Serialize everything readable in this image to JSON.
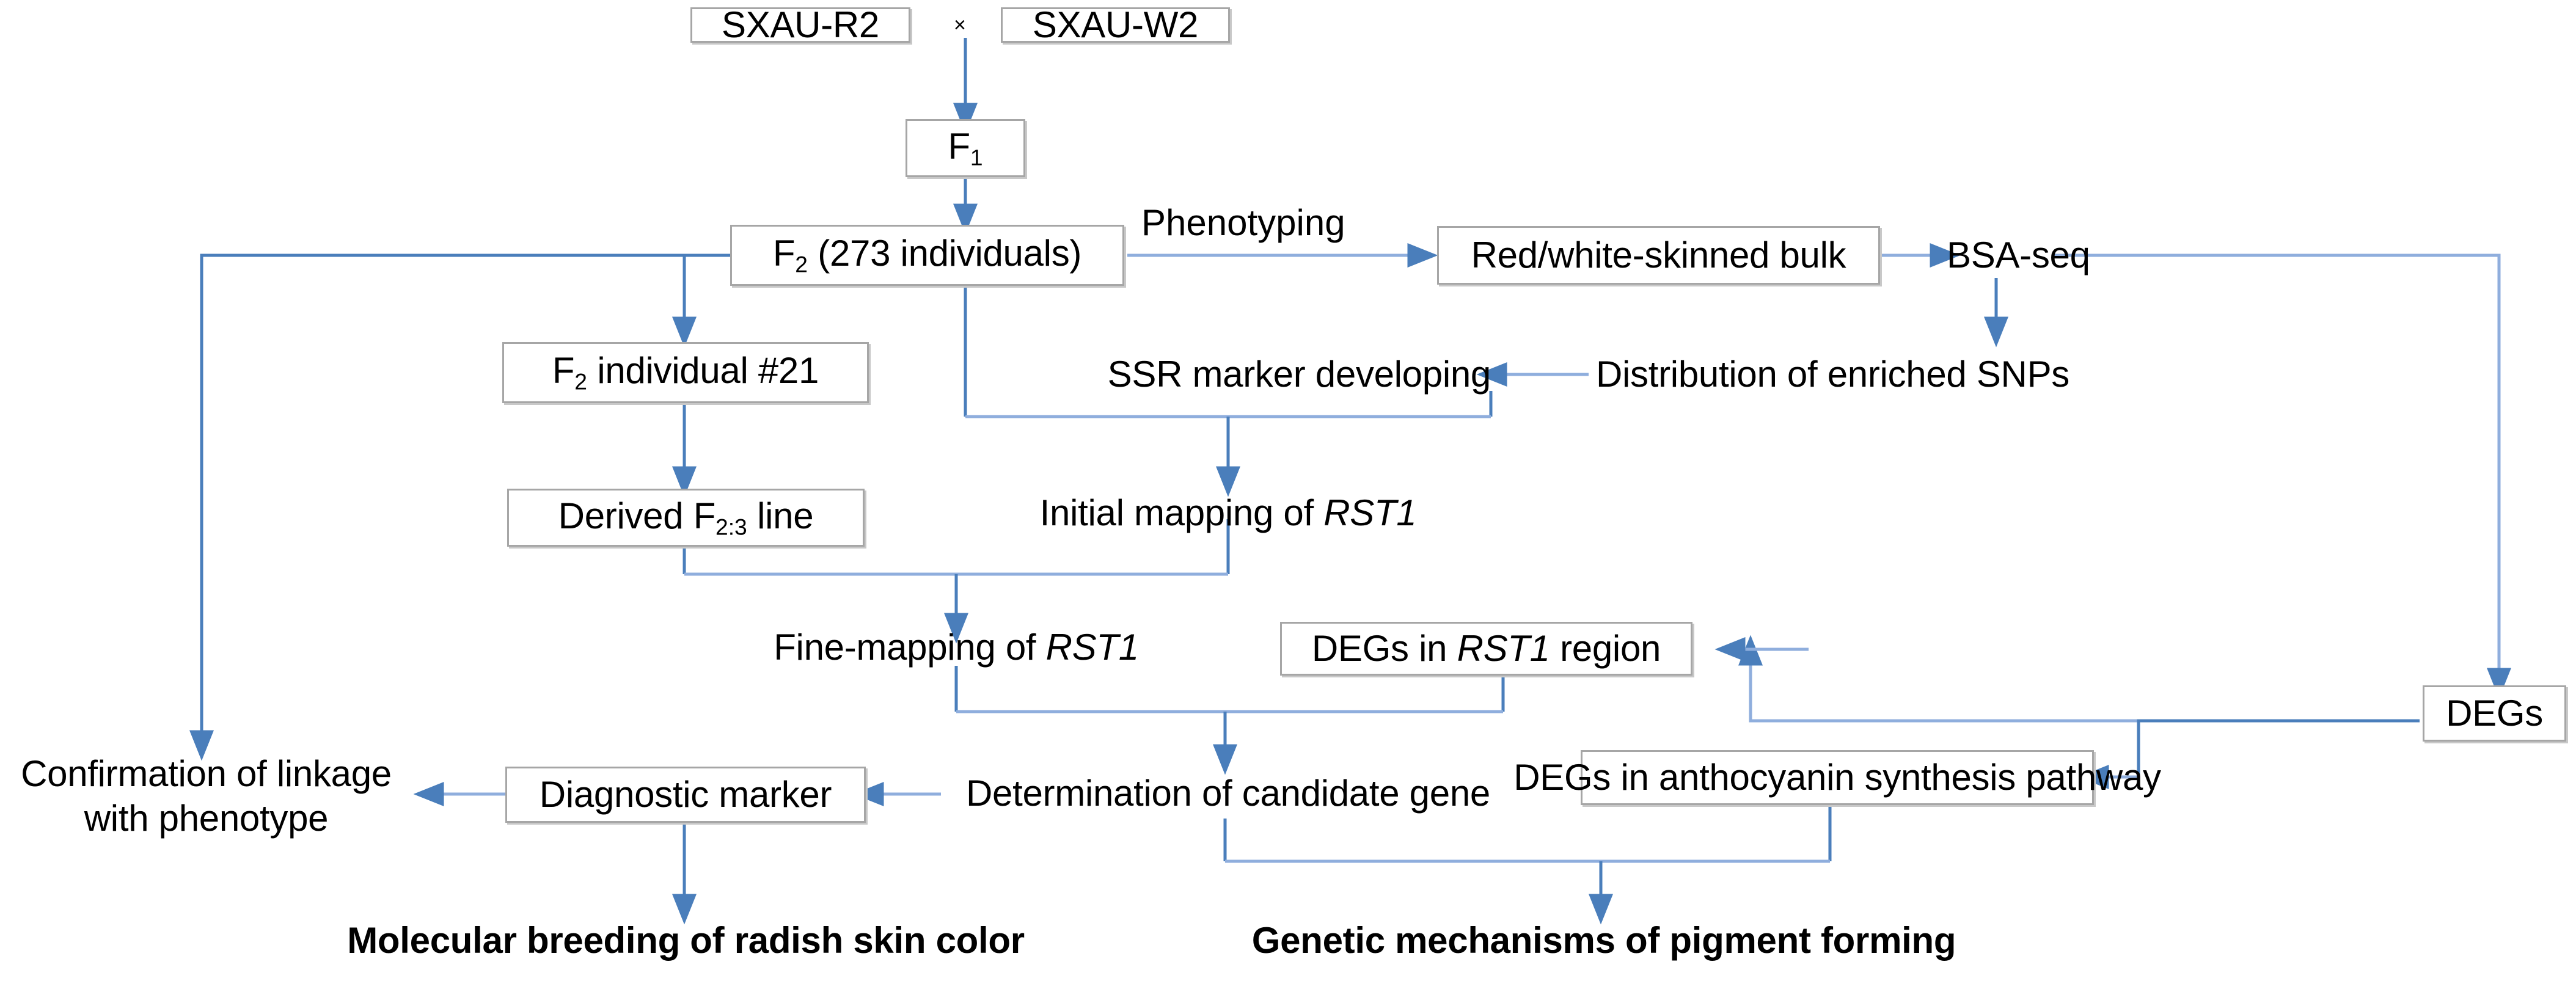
{
  "figure": {
    "kind": "flowchart",
    "title_visible": false,
    "palette": {
      "arrow": "#4a7ebb",
      "arrow_light": "#8faedd",
      "box_border": "#a6a6a6",
      "box_fill": "#ffffff",
      "text": "#000000",
      "background": "#ffffff"
    }
  },
  "nodes": {
    "parent_red": {
      "label": "SXAU-R2",
      "style": "boxed"
    },
    "cross_symbol": {
      "label": "×",
      "style": "plain"
    },
    "parent_white": {
      "label": "SXAU-W2",
      "style": "boxed"
    },
    "f1": {
      "label_main": "F",
      "label_sub": "1",
      "style": "boxed"
    },
    "f2": {
      "label_main": "F",
      "label_sub": "2",
      "label_rest": " (273 individuals)",
      "style": "boxed"
    },
    "bulk": {
      "label": "Red/white-skinned bulk",
      "style": "boxed"
    },
    "bsa_seq": {
      "label": "BSA-seq",
      "style": "plain"
    },
    "f2_individual": {
      "label_main": "F",
      "label_sub": "2",
      "label_rest": " individual  #21",
      "style": "boxed"
    },
    "ssr_marker": {
      "label": "SSR marker developing",
      "style": "plain"
    },
    "snp_distribution": {
      "label": "Distribution of enriched SNPs",
      "style": "plain"
    },
    "derived_line": {
      "label_main": "Derived F",
      "label_sub": "2:3",
      "label_rest": " line",
      "style": "boxed"
    },
    "initial_mapping": {
      "label_plain": "Initial mapping of ",
      "label_italic": "RST1",
      "style": "plain"
    },
    "fine_mapping": {
      "label_plain": "Fine-mapping of ",
      "label_italic": "RST1",
      "style": "plain"
    },
    "degs_region": {
      "label_plain_a": "DEGs in ",
      "label_italic": "RST1",
      "label_plain_b": " region",
      "style": "boxed"
    },
    "degs": {
      "label": "DEGs",
      "style": "boxed"
    },
    "confirmation": {
      "line1": "Confirmation of linkage",
      "line2": "with phenotype",
      "style": "plain"
    },
    "diagnostic_marker": {
      "label": "Diagnostic marker",
      "style": "boxed"
    },
    "candidate_gene": {
      "label": "Determination of candidate gene",
      "style": "plain"
    },
    "degs_anthocyanin": {
      "label": "DEGs in anthocyanin synthesis pathway",
      "style": "boxed"
    },
    "outcome_breeding": {
      "label": "Molecular breeding of radish skin color",
      "style": "plain-bold"
    },
    "outcome_mechanism": {
      "label": "Genetic mechanisms of pigment forming",
      "style": "plain-bold"
    }
  },
  "edge_labels": {
    "phenotyping": "Phenotyping"
  },
  "edges": [
    {
      "from": "parent_red/parent_white",
      "to": "f1",
      "arrow": true
    },
    {
      "from": "f1",
      "to": "f2",
      "arrow": true
    },
    {
      "from": "f2",
      "to": "bulk",
      "arrow": true,
      "label": "Phenotyping"
    },
    {
      "from": "bulk",
      "to": "bsa_seq",
      "arrow": true
    },
    {
      "from": "bsa_seq",
      "to": "snp_distribution",
      "arrow": true
    },
    {
      "from": "bsa_seq",
      "to": "degs",
      "arrow": true
    },
    {
      "from": "snp_distribution",
      "to": "ssr_marker",
      "arrow": true
    },
    {
      "from": "f2",
      "to": "f2_individual",
      "arrow": true
    },
    {
      "from": "f2",
      "to": "confirmation",
      "arrow": true
    },
    {
      "from": "f2_individual",
      "to": "derived_line",
      "arrow": true
    },
    {
      "from": "f2 + ssr_marker",
      "to": "initial_mapping",
      "arrow": true
    },
    {
      "from": "derived_line + initial_mapping",
      "to": "fine_mapping",
      "arrow": true
    },
    {
      "from": "degs",
      "to": "degs_region",
      "arrow": true
    },
    {
      "from": "degs",
      "to": "degs_anthocyanin",
      "arrow": true
    },
    {
      "from": "fine_mapping + degs_region",
      "to": "candidate_gene",
      "arrow": true
    },
    {
      "from": "candidate_gene",
      "to": "diagnostic_marker",
      "arrow": true
    },
    {
      "from": "diagnostic_marker",
      "to": "confirmation",
      "arrow": true
    },
    {
      "from": "diagnostic_marker",
      "to": "outcome_breeding",
      "arrow": true
    },
    {
      "from": "candidate_gene + degs_anthocyanin",
      "to": "outcome_mechanism",
      "arrow": true
    }
  ]
}
